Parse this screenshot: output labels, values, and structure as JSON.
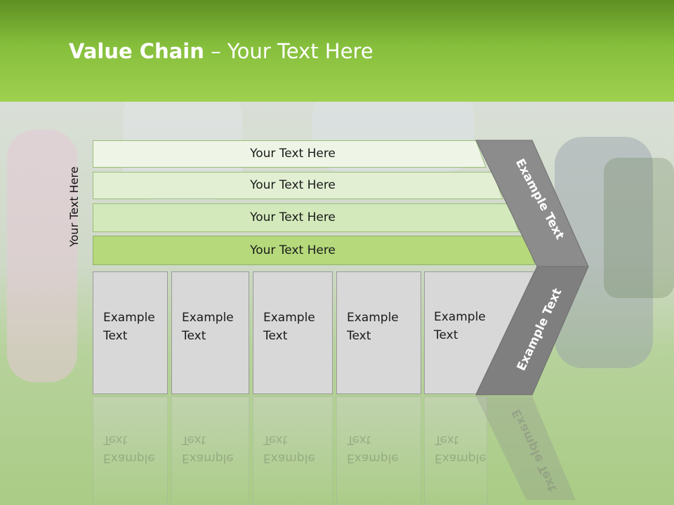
{
  "slide": {
    "title_bold": "Value Chain",
    "title_rest": " – Your Text Here",
    "side_label": "Your Text Here",
    "bars": [
      {
        "label": "Your Text Here",
        "color": "#eef5e6"
      },
      {
        "label": "Your Text Here",
        "color": "#e2efd3"
      },
      {
        "label": "Your Text Here",
        "color": "#d3e9bb"
      },
      {
        "label": "Your Text Here",
        "color": "#b5d97b"
      }
    ],
    "boxes": [
      {
        "text": "Example\nText"
      },
      {
        "text": "Example\nText"
      },
      {
        "text": "Example\nText"
      },
      {
        "text": "Example\nText"
      },
      {
        "text": "Example\nText"
      }
    ],
    "chevron_top_text": "Example Text",
    "chevron_bottom_text": "Example Text",
    "chevron_top_color": "#8c8c8c",
    "chevron_bottom_color": "#7f7f7f"
  }
}
